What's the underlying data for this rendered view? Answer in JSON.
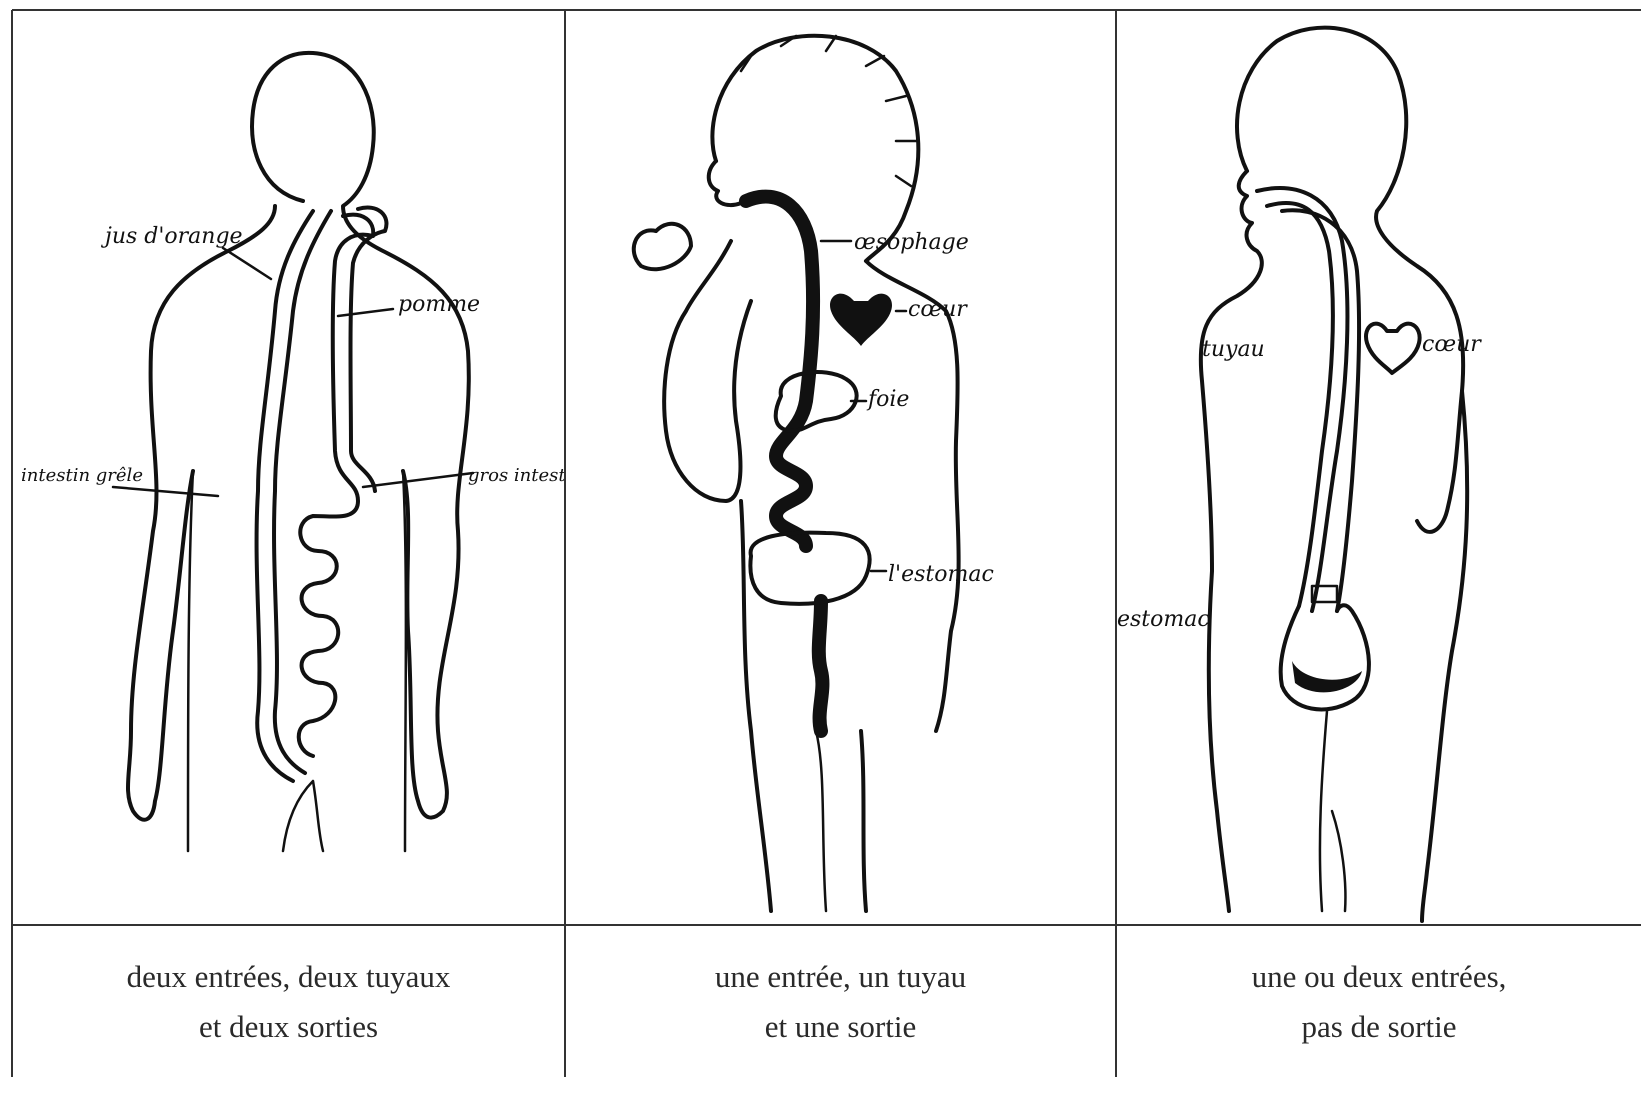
{
  "panels": [
    {
      "caption_line1": "deux entrées, deux tuyaux",
      "caption_line2": "et deux sorties",
      "labels": {
        "juice": "jus d'orange",
        "apple": "pomme",
        "small_intestine": "intestin grêle",
        "large_intestine": "gros intestin"
      }
    },
    {
      "caption_line1": "une entrée, un tuyau",
      "caption_line2": "et une sortie",
      "labels": {
        "oesophagus": "œsophage",
        "heart": "cœur",
        "liver": "foie",
        "stomach": "l'estomac"
      }
    },
    {
      "caption_line1": "une ou deux entrées,",
      "caption_line2": "pas de sortie",
      "labels": {
        "pipe": "tuyau",
        "heart": "cœur",
        "stomach": "estomac"
      }
    }
  ],
  "colors": {
    "ink": "#111111",
    "border": "#333333",
    "caption_text": "#2a2a2a"
  }
}
